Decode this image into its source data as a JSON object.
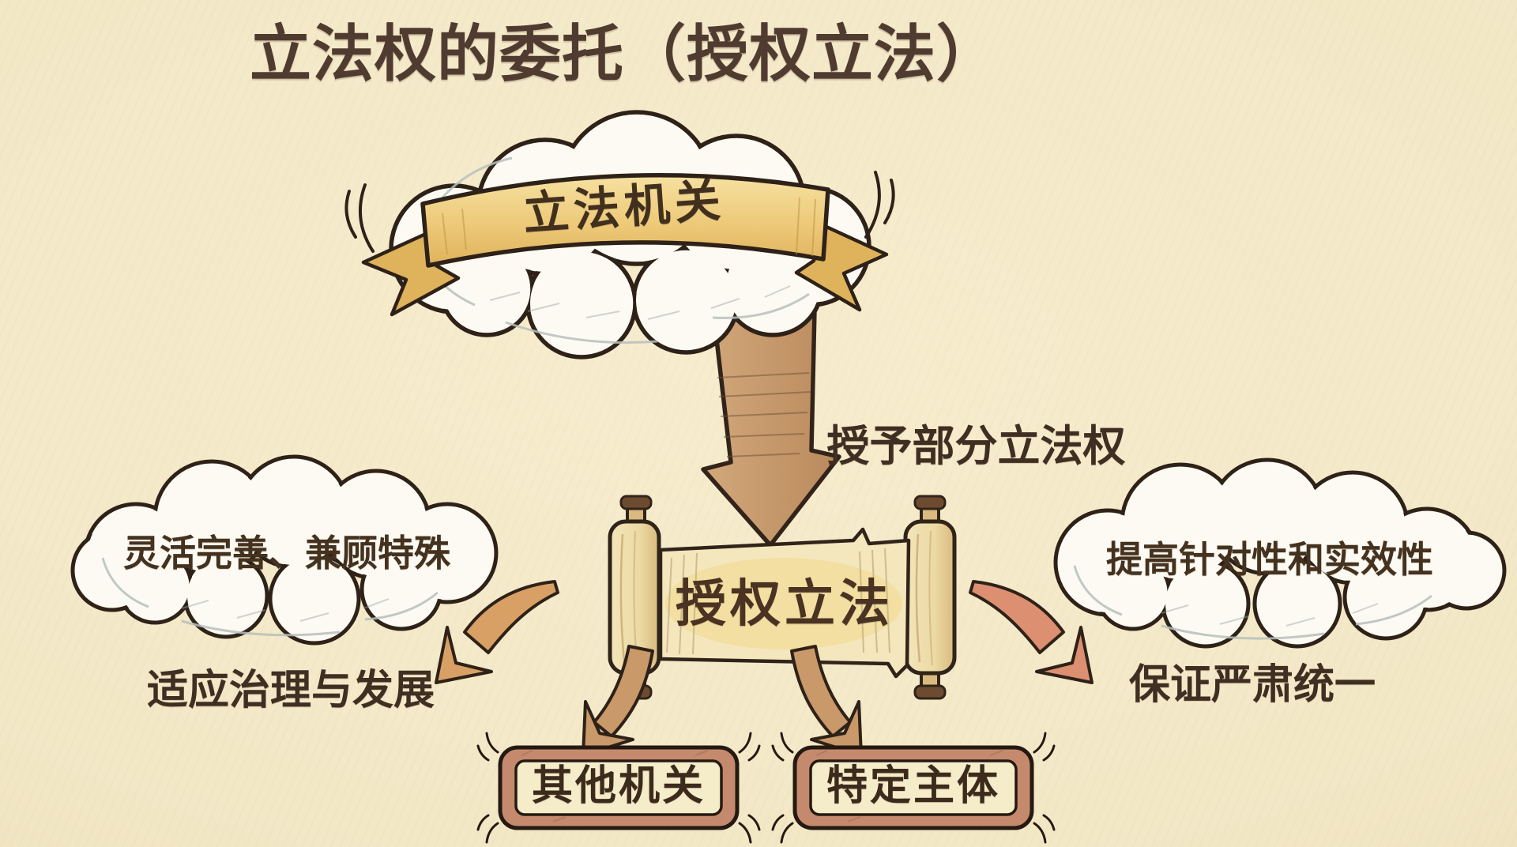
{
  "title": "立法权的委托（授权立法）",
  "nodes": {
    "top_cloud": "立法机关",
    "arrow_label": "授予部分立法权",
    "center_scroll": "授权立法",
    "left_cloud": "灵活完善、兼顾特殊",
    "left_note": "适应治理与发展",
    "right_cloud": "提高针对性和实效性",
    "right_note": "保证严肃统一",
    "box_left": "其他机关",
    "box_right": "特定主体"
  },
  "colors": {
    "background": "#f2e7c5",
    "ink_outline": "#2e2218",
    "text_brown": "#483529",
    "banner_gold": "#ecc76f",
    "parchment": "#f4e7bd",
    "parchment_glow": "#f0d88a",
    "cloud_fill": "#fcfaf2",
    "arrow_tan": "#c89a6c",
    "arrow_orange": "#d9a066",
    "arrow_salmon": "#dd8f72",
    "box_frame_terracotta": "#c58a6d",
    "box_inner_cream": "#f5ecc9"
  }
}
